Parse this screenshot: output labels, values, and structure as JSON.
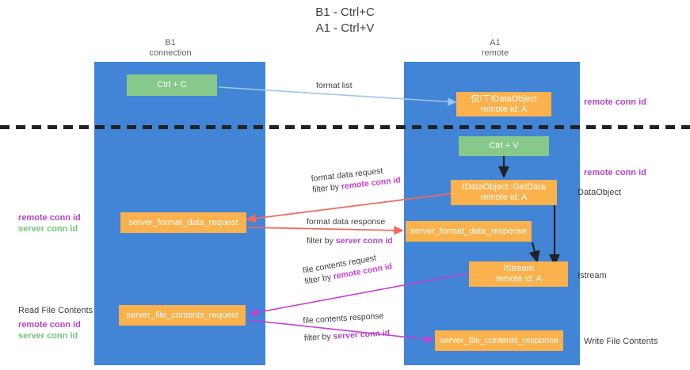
{
  "title": {
    "line1": "B1 - Ctrl+C",
    "line2": "A1 - Ctrl+V"
  },
  "columns": [
    {
      "name": "B1",
      "sub": "connection"
    },
    {
      "name": "A1",
      "sub": "remote"
    }
  ],
  "nodes": {
    "ctrl_c": "Ctrl + C",
    "ctrl_v": "Ctrl + V",
    "idataobject_top_l1": "仅/ㄒIDataObject",
    "idataobject_top_l2": "remote id: A",
    "getdata_l1": "IDataObject::GetData",
    "getdata_l2": "remote id: A",
    "istream_l1": "IStream",
    "istream_l2": "remote id: A",
    "server_format_data_request": "server_format_data_request",
    "server_format_data_response": "server_format_data_response",
    "server_file_contents_request": "server_file_contents_request",
    "server_file_contents_response": "server_file_contents_response"
  },
  "edges": {
    "format_list": "format list",
    "format_data_request": "format data request",
    "format_data_request_filter_pre": "filter by ",
    "format_data_request_filter_key": "remote conn id",
    "format_data_response": "format data response",
    "format_data_response_filter_pre": "filter by ",
    "format_data_response_filter_key": "server conn id",
    "file_contents_request": "file contents request",
    "file_contents_request_filter_pre": "filter by ",
    "file_contents_request_filter_key": "remote conn id",
    "file_contents_response": "file contents response",
    "file_contents_response_filter_pre": "filter by ",
    "file_contents_response_filter_key": "server conn id"
  },
  "annotations": {
    "right_remote_conn_id_top": "remote conn id",
    "right_remote_conn_id_mid": "remote conn id",
    "right_dataobject": "DataObject",
    "right_istream": "Istream",
    "right_write_file_contents": "Write File Contents",
    "left_remote_conn_id_mid": "remote conn id",
    "left_server_conn_id_mid": "server conn id",
    "left_read_file_contents": "Read File Contents",
    "left_remote_conn_id_bottom": "remote conn id",
    "left_server_conn_id_bottom": "server conn id"
  },
  "colors": {
    "lane": "#4285d6",
    "node_green": "#86c98b",
    "node_orange": "#fbb14c",
    "remote_conn": "#b045c8",
    "server_conn": "#74c47c",
    "arrow_blue": "#9fc6ea",
    "arrow_red": "#ef6a60",
    "arrow_magenta": "#c63fd1",
    "arrow_dark": "#202124"
  }
}
